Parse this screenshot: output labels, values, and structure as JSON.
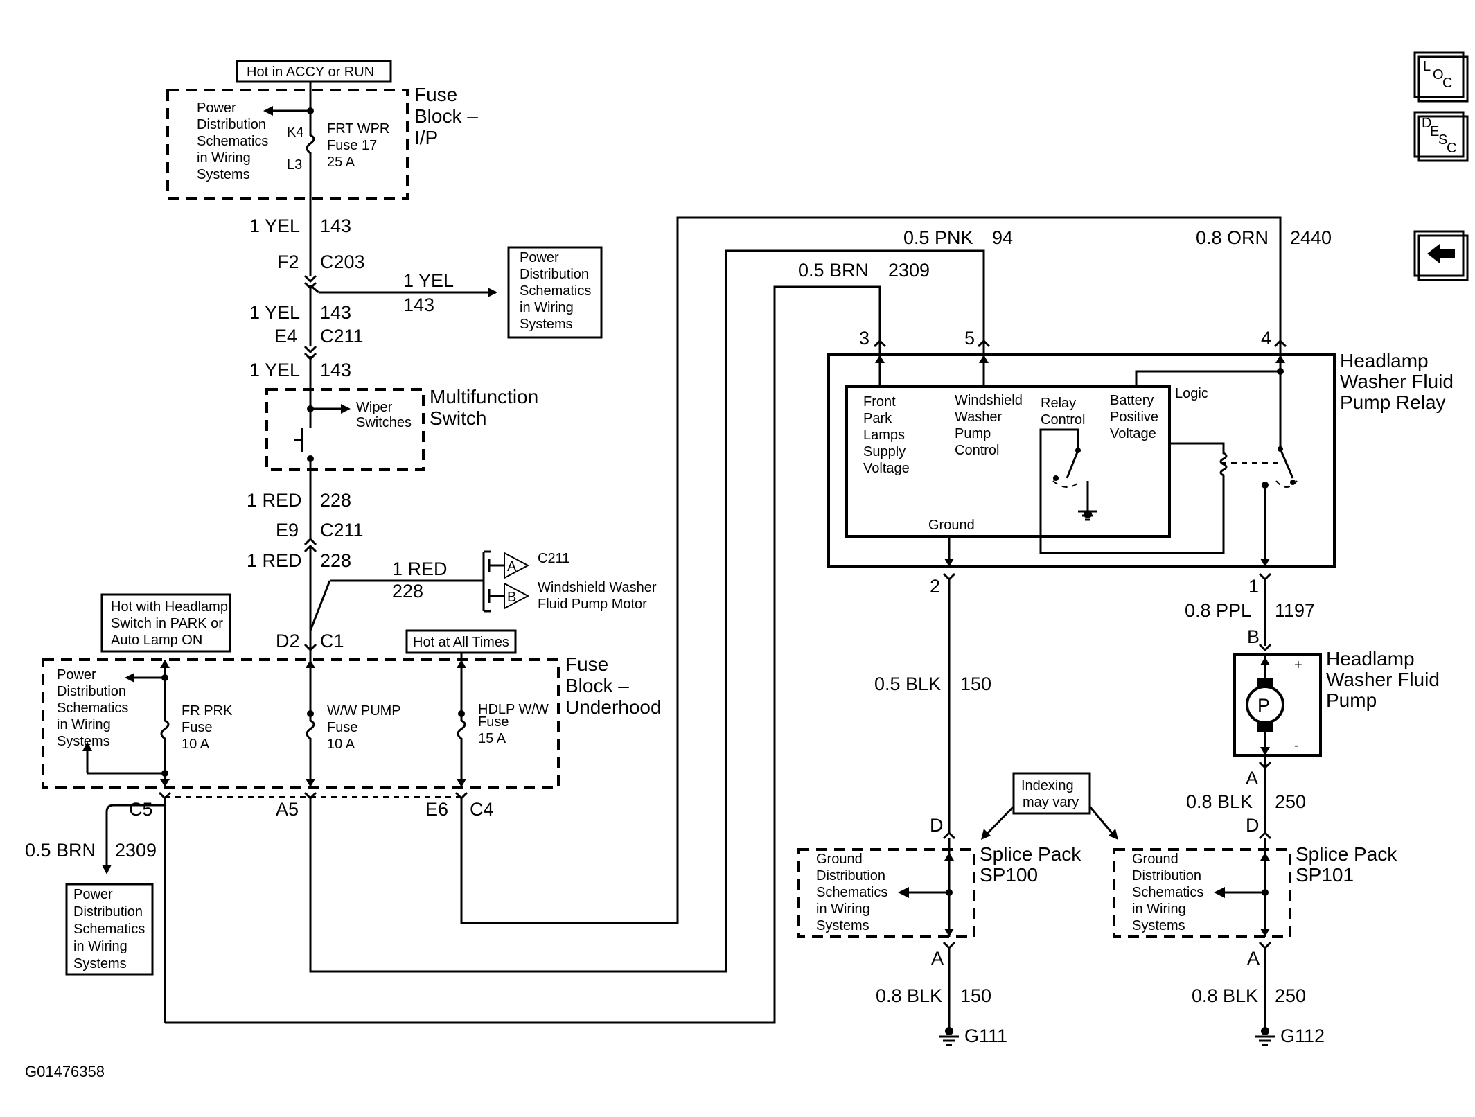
{
  "hot_labels": {
    "accy_run": "Hot in ACCY or RUN",
    "headlamp_switch": [
      "Hot with Headlamp",
      "Switch in PARK or",
      "Auto Lamp ON"
    ],
    "all_times": "Hot at All Times"
  },
  "fuse_block_ip": {
    "title": [
      "Fuse",
      "Block –",
      "I/P"
    ],
    "pin_top": "K4",
    "pin_bottom": "L3",
    "fuse": [
      "FRT WPR",
      "Fuse 17",
      "25 A"
    ],
    "power_ref": [
      "Power",
      "Distribution",
      "Schematics",
      "in Wiring",
      "Systems"
    ]
  },
  "wires_left": {
    "w1": [
      "1 YEL",
      "143"
    ],
    "c203": [
      "F2",
      "C203"
    ],
    "branch": [
      "1 YEL",
      "143"
    ],
    "w2": [
      "1 YEL",
      "143"
    ],
    "c211a": [
      "E4",
      "C211"
    ],
    "w3": [
      "1 YEL",
      "143"
    ],
    "w4": [
      "1 RED",
      "228"
    ],
    "c211b": [
      "E9",
      "C211"
    ],
    "w5": [
      "1 RED",
      "228"
    ],
    "branch2": [
      "1 RED",
      "228"
    ],
    "d2c1": [
      "D2",
      "C1"
    ]
  },
  "power_ref_mid": [
    "Power",
    "Distribution",
    "Schematics",
    "in Wiring",
    "Systems"
  ],
  "multifunction_switch": {
    "title": [
      "Multifunction",
      "Switch"
    ],
    "wiper": [
      "Wiper",
      "Switches"
    ]
  },
  "pump_motor_conn": {
    "conn": "C211",
    "pin_a": "A",
    "pin_b": "B",
    "label": [
      "Windshield Washer",
      "Fluid Pump Motor"
    ]
  },
  "fuse_block_underhood": {
    "title": [
      "Fuse",
      "Block –",
      "Underhood"
    ],
    "power_ref": [
      "Power",
      "Distribution",
      "Schematics",
      "in Wiring",
      "Systems"
    ],
    "fuse1": [
      "FR PRK",
      "Fuse",
      "10 A"
    ],
    "fuse2": [
      "W/W PUMP",
      "Fuse",
      "10 A"
    ],
    "fuse3": [
      "HDLP W/W",
      "Fuse",
      "15 A"
    ],
    "pins": [
      "C5",
      "A5",
      "E6",
      "C4"
    ]
  },
  "bottom_left": {
    "wire": [
      "0.5 BRN",
      "2309"
    ],
    "power_ref": [
      "Power",
      "Distribution",
      "Schematics",
      "in Wiring",
      "Systems"
    ]
  },
  "relay": {
    "title": [
      "Headlamp",
      "Washer Fluid",
      "Pump Relay"
    ],
    "w_brn": [
      "0.5 BRN",
      "2309"
    ],
    "w_pnk": [
      "0.5 PNK",
      "94"
    ],
    "w_orn": [
      "0.8 ORN",
      "2440"
    ],
    "pins_top": [
      "3",
      "5",
      "4"
    ],
    "front_park": [
      "Front",
      "Park",
      "Lamps",
      "Supply",
      "Voltage"
    ],
    "ws_pump": [
      "Windshield",
      "Washer",
      "Pump",
      "Control"
    ],
    "relay_ctrl": [
      "Relay",
      "Control"
    ],
    "battery": [
      "Battery",
      "Positive",
      "Voltage"
    ],
    "logic": "Logic",
    "ground": "Ground",
    "pins_bottom": [
      "2",
      "1"
    ]
  },
  "right_lower": {
    "w_ppl": [
      "0.8 PPL",
      "1197"
    ],
    "pin_b": "B",
    "pump_title": [
      "Headlamp",
      "Washer Fluid",
      "Pump"
    ],
    "pump_symbol": "P",
    "plus": "+",
    "minus": "-",
    "pin_a": "A",
    "w_blk150": [
      "0.5 BLK",
      "150"
    ],
    "w_blk250": [
      "0.8 BLK",
      "250"
    ],
    "indexing": [
      "Indexing",
      "may vary"
    ],
    "pin_d1": "D",
    "pin_d2": "D",
    "splice1": [
      "Splice Pack",
      "SP100"
    ],
    "splice2": [
      "Splice Pack",
      "SP101"
    ],
    "ground_ref": [
      "Ground",
      "Distribution",
      "Schematics",
      "in Wiring",
      "Systems"
    ],
    "pin_a1": "A",
    "pin_a2": "A",
    "w_g111": [
      "0.8 BLK",
      "150"
    ],
    "w_g112": [
      "0.8 BLK",
      "250"
    ],
    "g111": "G111",
    "g112": "G112"
  },
  "side_buttons": {
    "loc": [
      "L",
      "O",
      "C"
    ],
    "desc": [
      "D",
      "E",
      "S",
      "C"
    ],
    "back": "back-arrow-icon"
  },
  "figure_id": "G01476358"
}
